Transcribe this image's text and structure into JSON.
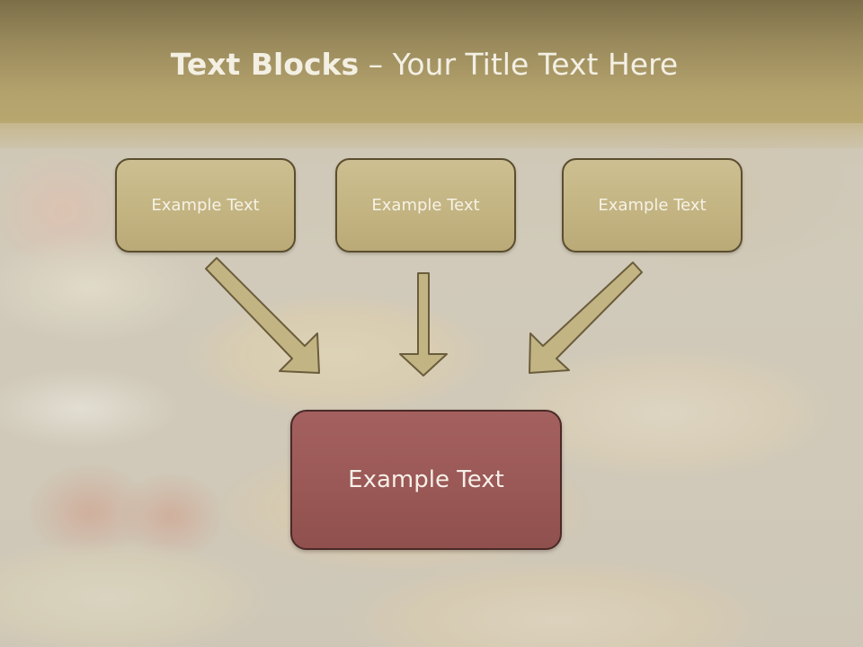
{
  "slide": {
    "title_bold": "Text Blocks",
    "title_rest": " – Your Title Text Here",
    "boxes": [
      {
        "label": "Example Text"
      },
      {
        "label": "Example Text"
      },
      {
        "label": "Example Text"
      }
    ],
    "main_box": {
      "label": "Example Text"
    }
  },
  "colors": {
    "title_bar": "#b3a26c",
    "box_fill": "#c3b482",
    "box_border": "#5b4e2f",
    "main_box_fill": "#9a5856",
    "arrow_fill": "#c2b483"
  }
}
